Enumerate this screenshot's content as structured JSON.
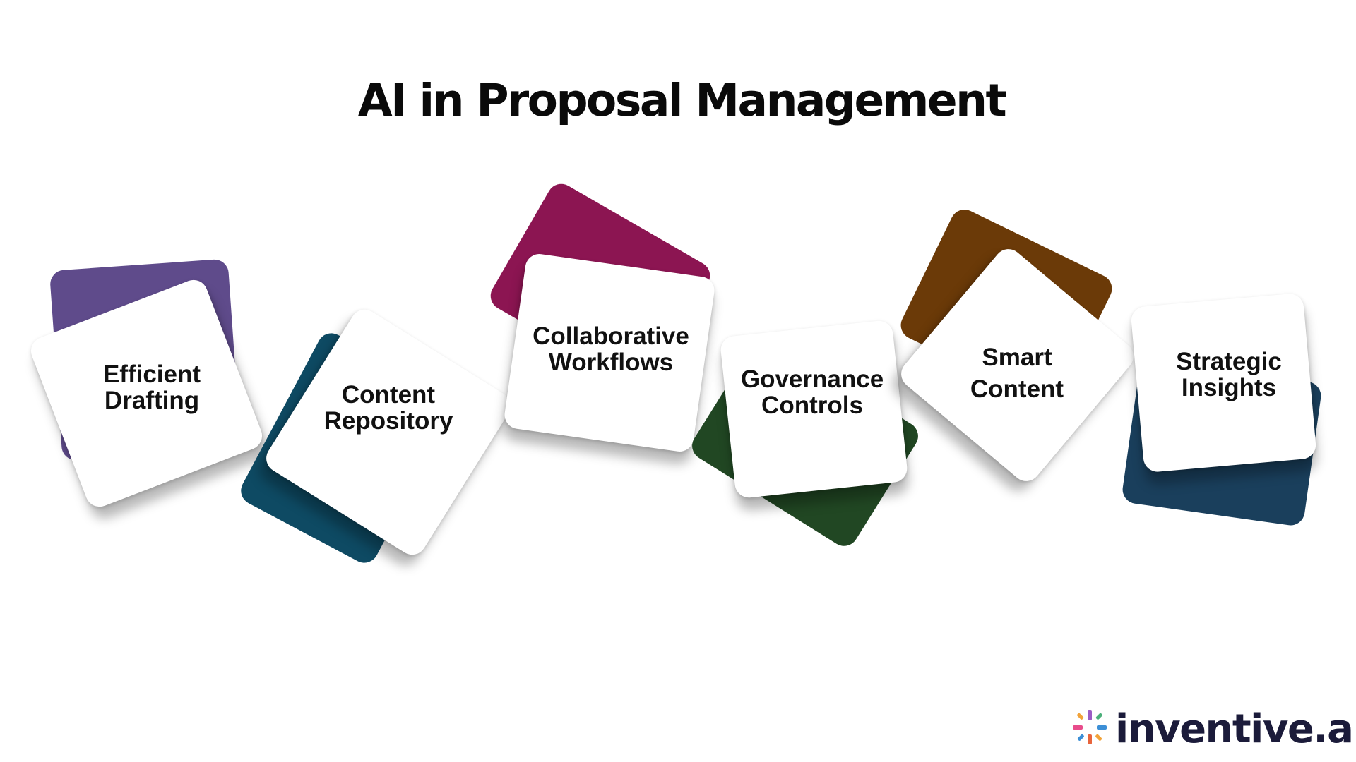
{
  "title": "AI in Proposal Management",
  "cards": [
    {
      "label": "Efficient\nDrafting",
      "back_color": "#5f4b8b"
    },
    {
      "label": "Content\nRepository",
      "back_color": "#0e4a63"
    },
    {
      "label": "Collaborative\nWorkflows",
      "back_color": "#8c1552"
    },
    {
      "label": "Governance\nControls",
      "back_color": "#214723"
    },
    {
      "label": "Smart\nContent",
      "back_color": "#6b3a08"
    },
    {
      "label": "Strategic\nInsights",
      "back_color": "#1a3f5c"
    }
  ],
  "logo": {
    "text": "inventive.ai",
    "icon": "pinwheel-logo-icon",
    "icon_colors": [
      "#e8643c",
      "#f2a33a",
      "#3c8fd6",
      "#4bb07a",
      "#9b5cc4",
      "#e84c8b"
    ]
  }
}
